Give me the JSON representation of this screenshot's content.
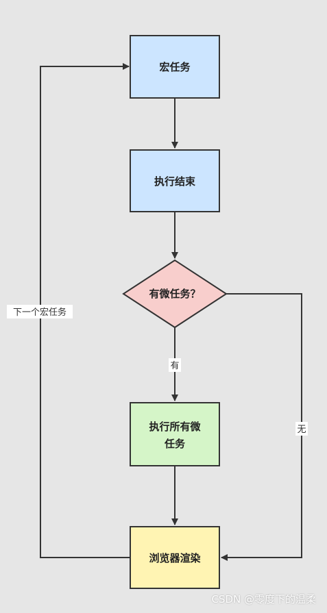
{
  "nodes": {
    "macro_task": {
      "label": "宏任务",
      "fill": "#cce5ff"
    },
    "execute_end": {
      "label": "执行结束",
      "fill": "#cce5ff"
    },
    "has_micro": {
      "label": "有微任务？",
      "fill": "#f8cecc"
    },
    "run_micro": {
      "line1": "执行所有微",
      "line2": "任务",
      "fill": "#d5f5c8"
    },
    "render": {
      "label": "浏览器渲染",
      "fill": "#fff4b3"
    }
  },
  "edges": {
    "yes_label": "有",
    "no_label": "无",
    "next_label": "下一个宏任务"
  },
  "colors": {
    "background": "#e6e6e6",
    "stroke": "#333333"
  },
  "watermark": "CSDN @零度下的温柔"
}
